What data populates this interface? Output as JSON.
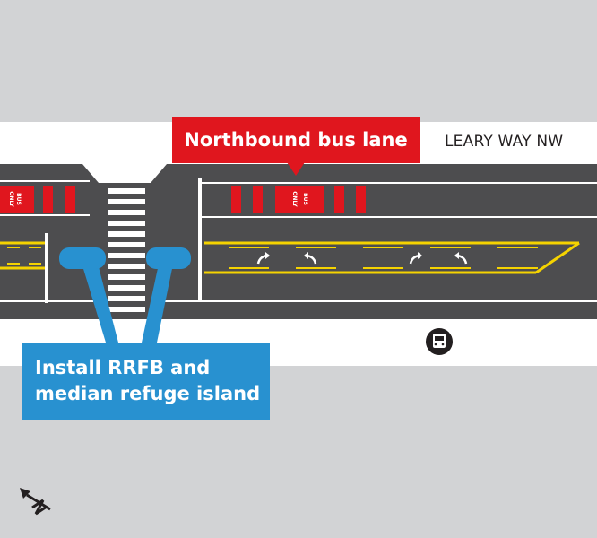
{
  "street": {
    "name": "LEARY WAY NW"
  },
  "callouts": {
    "bus_lane": "Northbound bus lane",
    "rrfb_line1": "Install RRFB and",
    "rrfb_line2": "median refuge island"
  },
  "lane_markings": {
    "bus_only_line1": "ONLY",
    "bus_only_line2": "BUS"
  },
  "colors": {
    "background": "#d2d3d5",
    "road": "#4d4d4f",
    "sidewalk": "#ffffff",
    "bus_lane_red": "#e0161e",
    "callout_blue": "#2891d0",
    "median_yellow": "#f5d300"
  },
  "icons": [
    "bus-stop-icon",
    "north-arrow-icon",
    "left-turn-arrow-icon",
    "crosswalk"
  ]
}
